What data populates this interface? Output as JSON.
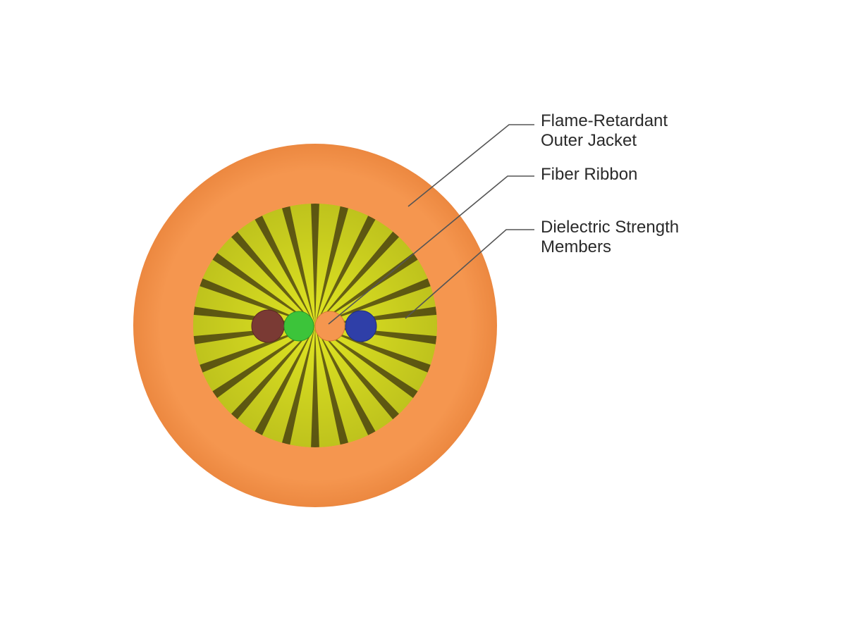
{
  "labels": {
    "jacket": "Flame-Retardant\nOuter Jacket",
    "ribbon": "Fiber Ribbon",
    "strength": "Dielectric Strength\nMembers"
  },
  "colors": {
    "jacket": "#f5964f",
    "jacket_edge": "#e9823a",
    "strength_light": "#eaf024",
    "strength_dark": "#4a4410",
    "fiber_brown": "#7a3a34",
    "fiber_green": "#3cc43a",
    "fiber_orange": "#f5964f",
    "fiber_blue": "#2f3fa8",
    "leader_line": "#555555"
  }
}
